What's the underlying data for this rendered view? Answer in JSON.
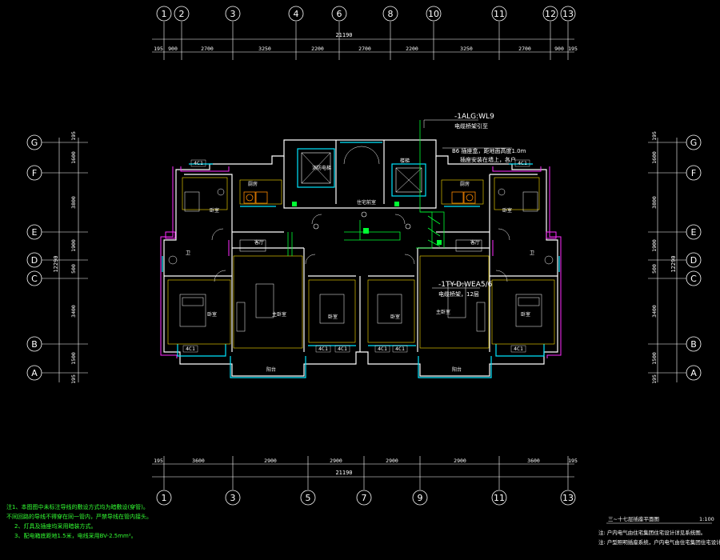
{
  "top_axes": [
    "1",
    "2",
    "3",
    "4",
    "6",
    "8",
    "10",
    "11",
    "12",
    "13"
  ],
  "bottom_axes": [
    "1",
    "3",
    "5",
    "7",
    "9",
    "11",
    "13"
  ],
  "side_axes": [
    "G",
    "F",
    "E",
    "D",
    "C",
    "B",
    "A"
  ],
  "top_dims": [
    "195",
    "900",
    "2700",
    "3250",
    "2200",
    "2700",
    "2200",
    "3250",
    "2700",
    "900",
    "195"
  ],
  "top_total": "21190",
  "bottom_dims": [
    "195",
    "3600",
    "2900",
    "2900",
    "2900",
    "2900",
    "3600",
    "195"
  ],
  "bottom_total": "21190",
  "left_dims": [
    "195",
    "1600",
    "3800",
    "1900",
    "500",
    "3400",
    "1500",
    "195"
  ],
  "left_total": "12290",
  "right_dims": [
    "195",
    "1600",
    "3800",
    "1900",
    "500",
    "3400",
    "1500",
    "195"
  ],
  "right_total": "12290",
  "rooms": {
    "kitchen_l": "厨房",
    "kitchen_r": "厨房",
    "bath_l": "卫",
    "bath_r": "卫",
    "bed_l1": "卧室",
    "bed_r1": "卧室",
    "living_l": "客厅",
    "living_r": "客厅",
    "master_l": "卧室",
    "master_r": "卧室",
    "master2_l": "主卧室",
    "master2_r": "主卧室",
    "sec_l": "卧室",
    "sec_r": "卧室",
    "balcony_l": "阳台",
    "balcony_r": "阳台",
    "hall": "住宅前室",
    "elevator": "消防电梯",
    "stair": "楼梯"
  },
  "window_tags": [
    "4C1",
    "4C1",
    "4C1",
    "4C1",
    "4C1",
    "4C1",
    "4C1",
    "4C1"
  ],
  "annotations": {
    "main_line": "-1ALG:WL9",
    "main_line_sub": "电缆桥架引至",
    "box_note": "B6 插座盒，距地面高度1.0m",
    "box_note2": "插座安装在墙上，各户",
    "riser": "-1TY-D:WEA5/6",
    "riser_sub": "电缆桥架，12层"
  },
  "notes": [
    "注1、本图图中未标注导线的敷设方式均为暗敷设(穿管)。",
    "    不同回路的导线不得穿在同一管内，严禁导线在管内接头。",
    "2、灯具及插座均采用暗装方式。",
    "3、配电箱底距地1.5米，电线采用BV-2.5mm²。"
  ],
  "title_block": {
    "title": "三~十七层插座平面图",
    "scale": "1:100",
    "note1": "注: 户内电气由住宅集团住宅设计详见系统图。",
    "note2": "注: 户型照明插座系统，户内电气由住宅集团住宅设计图签为准。"
  },
  "colors": {
    "wall": "#ffffff",
    "cyan": "#00e5ff",
    "magenta": "#ff2bff",
    "yellow": "#ffe000",
    "green": "#00ff33",
    "orange": "#ff8a00",
    "grid": "#ffffff"
  }
}
